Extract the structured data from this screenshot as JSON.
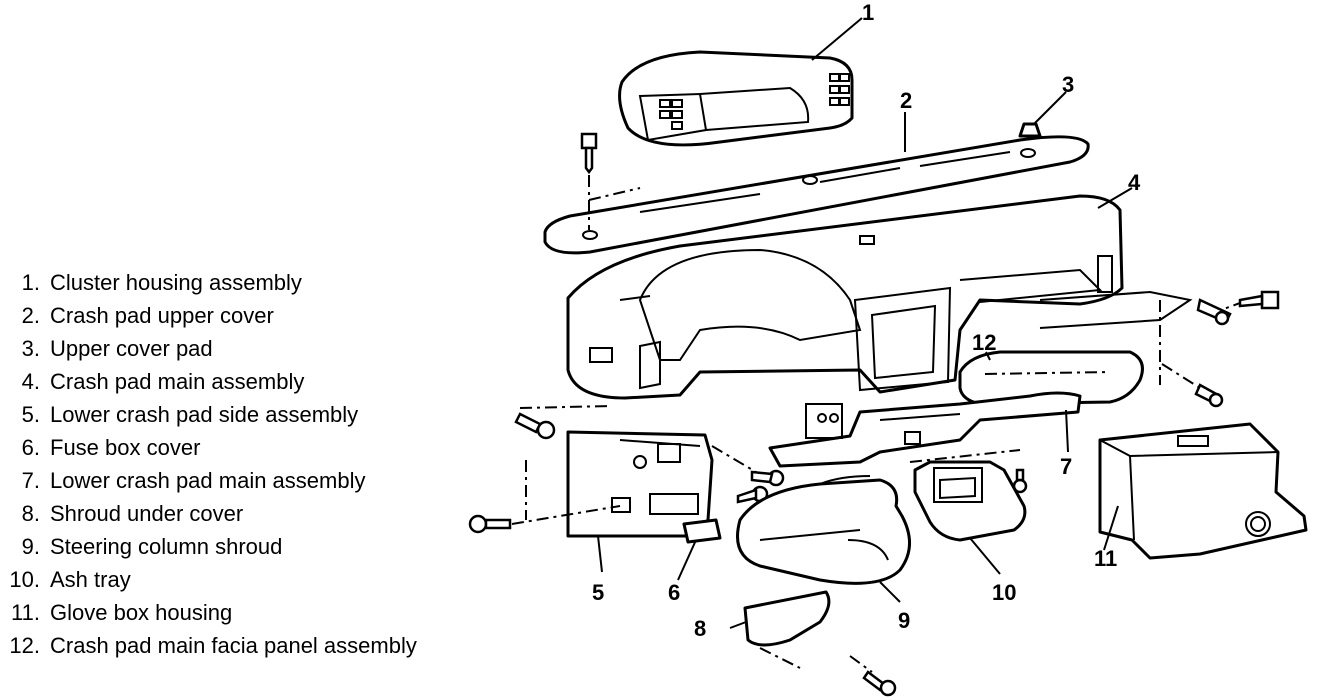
{
  "legend": [
    {
      "num": "1.",
      "label": "Cluster housing assembly"
    },
    {
      "num": "2.",
      "label": "Crash pad upper cover"
    },
    {
      "num": "3.",
      "label": "Upper cover pad"
    },
    {
      "num": "4.",
      "label": "Crash pad main assembly"
    },
    {
      "num": "5.",
      "label": "Lower crash pad side assembly"
    },
    {
      "num": "6.",
      "label": "Fuse box cover"
    },
    {
      "num": "7.",
      "label": "Lower crash pad main assembly"
    },
    {
      "num": "8.",
      "label": "Shroud under cover"
    },
    {
      "num": "9.",
      "label": "Steering column shroud"
    },
    {
      "num": "10.",
      "label": "Ash tray"
    },
    {
      "num": "11.",
      "label": "Glove box housing"
    },
    {
      "num": "12.",
      "label": "Crash pad main facia panel assembly"
    }
  ],
  "callouts": {
    "c1": "1",
    "c2": "2",
    "c3": "3",
    "c4": "4",
    "c5": "5",
    "c6": "6",
    "c7": "7",
    "c8": "8",
    "c9": "9",
    "c10": "10",
    "c11": "11",
    "c12": "12"
  }
}
